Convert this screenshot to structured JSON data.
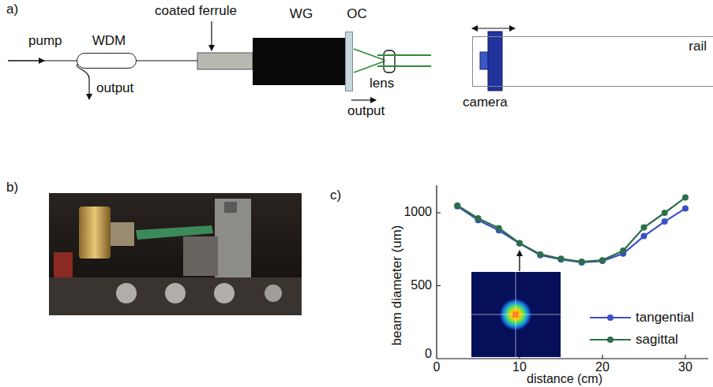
{
  "diagram": {
    "nodes": [
      {
        "text": [
          "WDM"
        ]
      },
      {
        "text": [
          "WG"
        ]
      },
      {
        "text": [
          "OC"
        ]
      },
      {
        "text": [
          "rail"
        ]
      }
    ],
    "labels": [
      "a)",
      "pump",
      "output",
      "coated ferrule",
      "lens",
      "output",
      "camera",
      "b)",
      "c)",
      "beam diameter (um)",
      "1000",
      "500",
      "0",
      "0",
      "10",
      "20",
      "30",
      "distance (cm)"
    ],
    "legend": [
      {
        "text": "tangential"
      },
      {
        "text": "sagittal"
      }
    ]
  }
}
